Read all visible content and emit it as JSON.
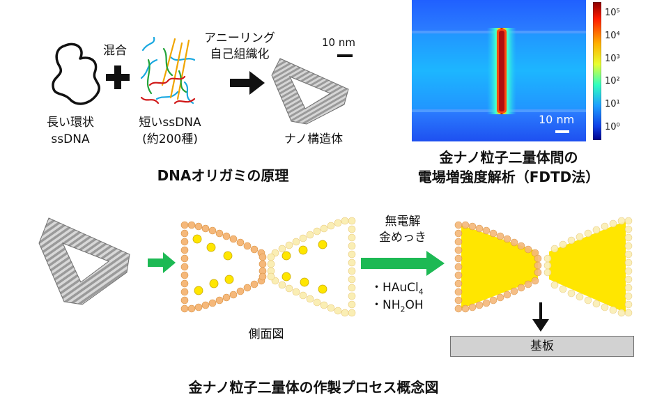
{
  "principle": {
    "label_mix": "混合",
    "label_anneal_1": "アニーリング",
    "label_anneal_2": "自己組織化",
    "scale_10nm": "10 nm",
    "label_long_1": "長い環状",
    "label_long_2": "ssDNA",
    "label_short_1": "短いssDNA",
    "label_short_2": "(約200種)",
    "label_nano": "ナノ構造体",
    "title": "DNAオリガミの原理"
  },
  "fdtd": {
    "scale_10nm": "10 nm",
    "colorbar_ticks": [
      "10⁵",
      "10⁴",
      "10³",
      "10²",
      "10¹",
      "10⁰"
    ],
    "title_1": "金ナノ粒子二量体間の",
    "title_2": "電場増強度解析（FDTD法）",
    "colors": {
      "bg": "#1a55ff",
      "band": "#22c4ff",
      "gap_outer": "#ffd400",
      "gap_core": "#c81010"
    }
  },
  "process": {
    "label_side_view": "側面図",
    "label_plating_1": "無電解",
    "label_plating_2": "金めっき",
    "reagent_1": "・HAuCl",
    "reagent_1_sub": "4",
    "reagent_2_pre": "・NH",
    "reagent_2_sub": "2",
    "reagent_2_post": "OH",
    "substrate": "基板",
    "title": "金ナノ粒子二量体の作製プロセス概念図",
    "colors": {
      "arrow": "#1db954",
      "dot_orange": "#f5b87a",
      "dot_pale": "#faeeb4",
      "gold": "#ffe600"
    }
  }
}
